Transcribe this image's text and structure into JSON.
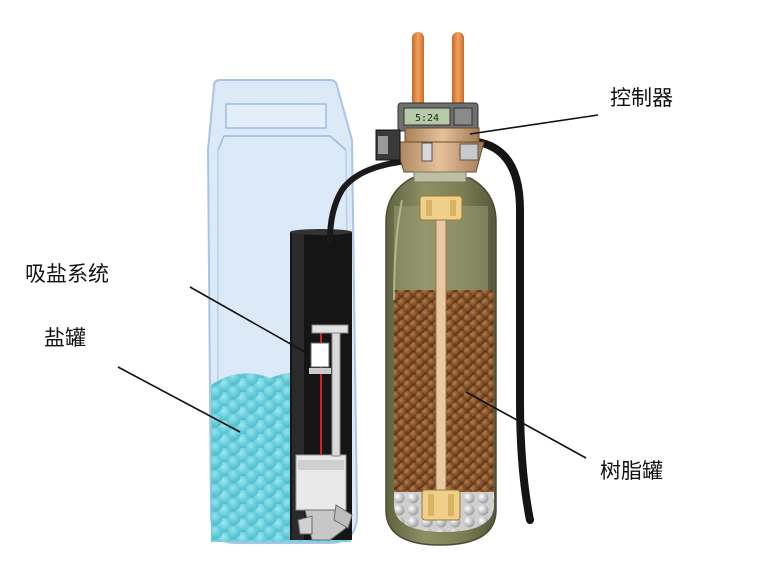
{
  "labels": {
    "controller": "控制器",
    "brine_suction_system": "吸盐系统",
    "brine_tank": "盐罐",
    "resin_tank": "树脂罐"
  },
  "display": {
    "readout": "5:24"
  },
  "colors": {
    "brine_tank": "#cfe3f6",
    "brine_tank_edge": "#8fb1d6",
    "salt": "#46c7d8",
    "resin_tank": "#7e8257",
    "resin_bead": "#7a4a22",
    "inlet_pipes": "#e68a3a",
    "hose": "#1a1a1a",
    "well_tube": "#141414"
  }
}
